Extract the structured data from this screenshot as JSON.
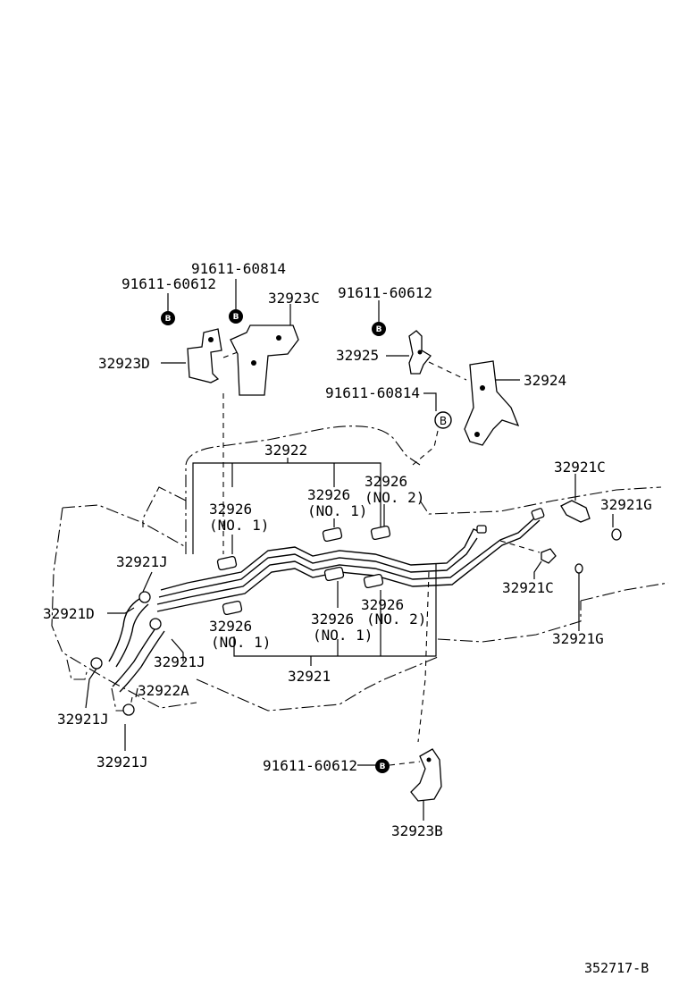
{
  "labels": {
    "p91611_60814_top": "91611-60814",
    "p91611_60612_top_left": "91611-60612",
    "p32923C": "32923C",
    "p91611_60612_top_right": "91611-60612",
    "p32923D": "32923D",
    "p32925": "32925",
    "p32924": "32924",
    "p91611_60814_mid": "91611-60814",
    "p32922": "32922",
    "p32921C_top": "32921C",
    "p32926_no1_upper_left": "32926",
    "no1_upper_left": "(NO. 1)",
    "p32926_no1_upper_mid": "32926",
    "no1_upper_mid": "(NO. 1)",
    "p32926_no2_upper": "32926",
    "no2_upper": "(NO. 2)",
    "p32921G_top": "32921G",
    "p32921J_upper": "32921J",
    "p32921C_mid": "32921C",
    "p32921D": "32921D",
    "p32926_no1_lower_mid": "32926",
    "no1_lower_mid": "(NO. 1)",
    "p32926_no2_lower": "32926",
    "no2_lower": "(NO. 2)",
    "p32926_no1_lower_left": "32926",
    "no1_lower_left": "(NO. 1)",
    "p32921G_bottom": "32921G",
    "p32921J_mid": "32921J",
    "p32921": "32921",
    "p32922A": "32922A",
    "p32921J_lower_left": "32921J",
    "p32921J_bottom": "32921J",
    "p91611_60612_bottom": "91611-60612",
    "p32923B": "32923B",
    "bolt_letter": "B"
  },
  "reference_code": "352717-B"
}
